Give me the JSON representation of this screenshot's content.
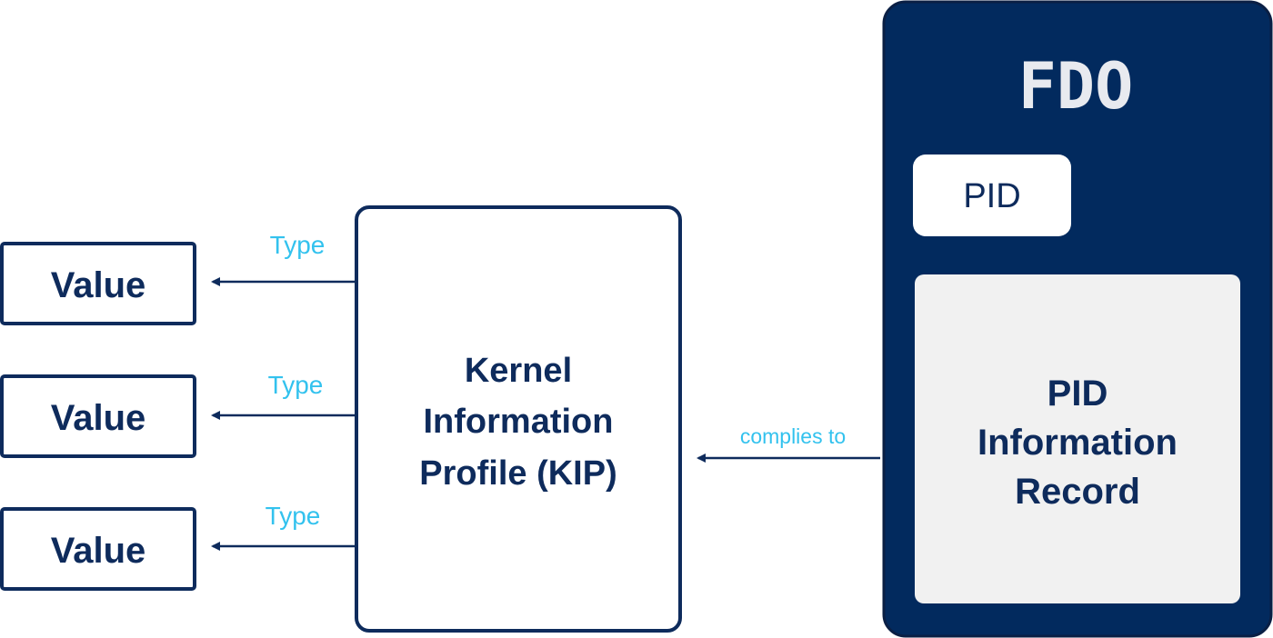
{
  "values": [
    {
      "label": "Value",
      "edge_label": "Type"
    },
    {
      "label": "Value",
      "edge_label": "Type"
    },
    {
      "label": "Value",
      "edge_label": "Type"
    }
  ],
  "kip": {
    "lines": [
      "Kernel",
      "Information",
      "Profile (KIP)"
    ]
  },
  "fdo": {
    "title": "FDO",
    "pid_label": "PID",
    "record_lines": [
      "PID",
      "Information",
      "Record"
    ]
  },
  "relation": {
    "label": "complies to"
  },
  "colors": {
    "navy": "#022a5e",
    "box_stroke": "#0e2b5c",
    "accent": "#33c2ee",
    "record_fill": "#f1f1f1"
  }
}
